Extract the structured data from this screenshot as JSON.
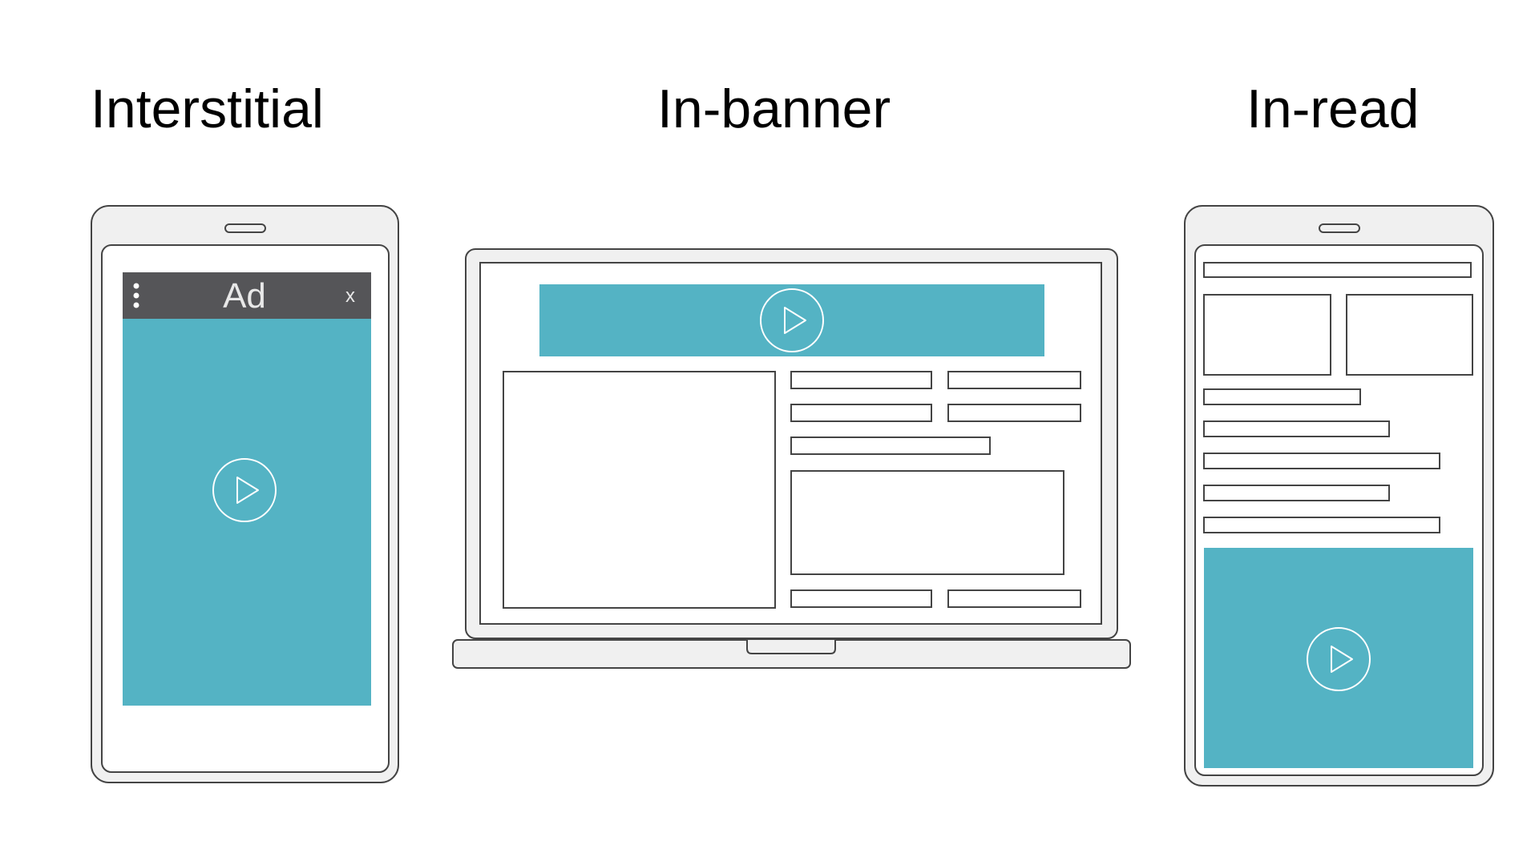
{
  "titles": {
    "interstitial": "Interstitial",
    "in_banner": "In-banner",
    "in_read": "In-read"
  },
  "interstitial_ad": {
    "label": "Ad",
    "close": "x",
    "menu_icon": "vertical-dots-icon",
    "play_icon": "play-icon"
  },
  "in_banner_ad": {
    "play_icon": "play-icon"
  },
  "in_read_ad": {
    "play_icon": "play-icon"
  },
  "colors": {
    "video": "#54b3c4",
    "ad_bar": "#555558",
    "device_body": "#f0f0f0",
    "outline": "#444444",
    "screen": "#ffffff"
  }
}
